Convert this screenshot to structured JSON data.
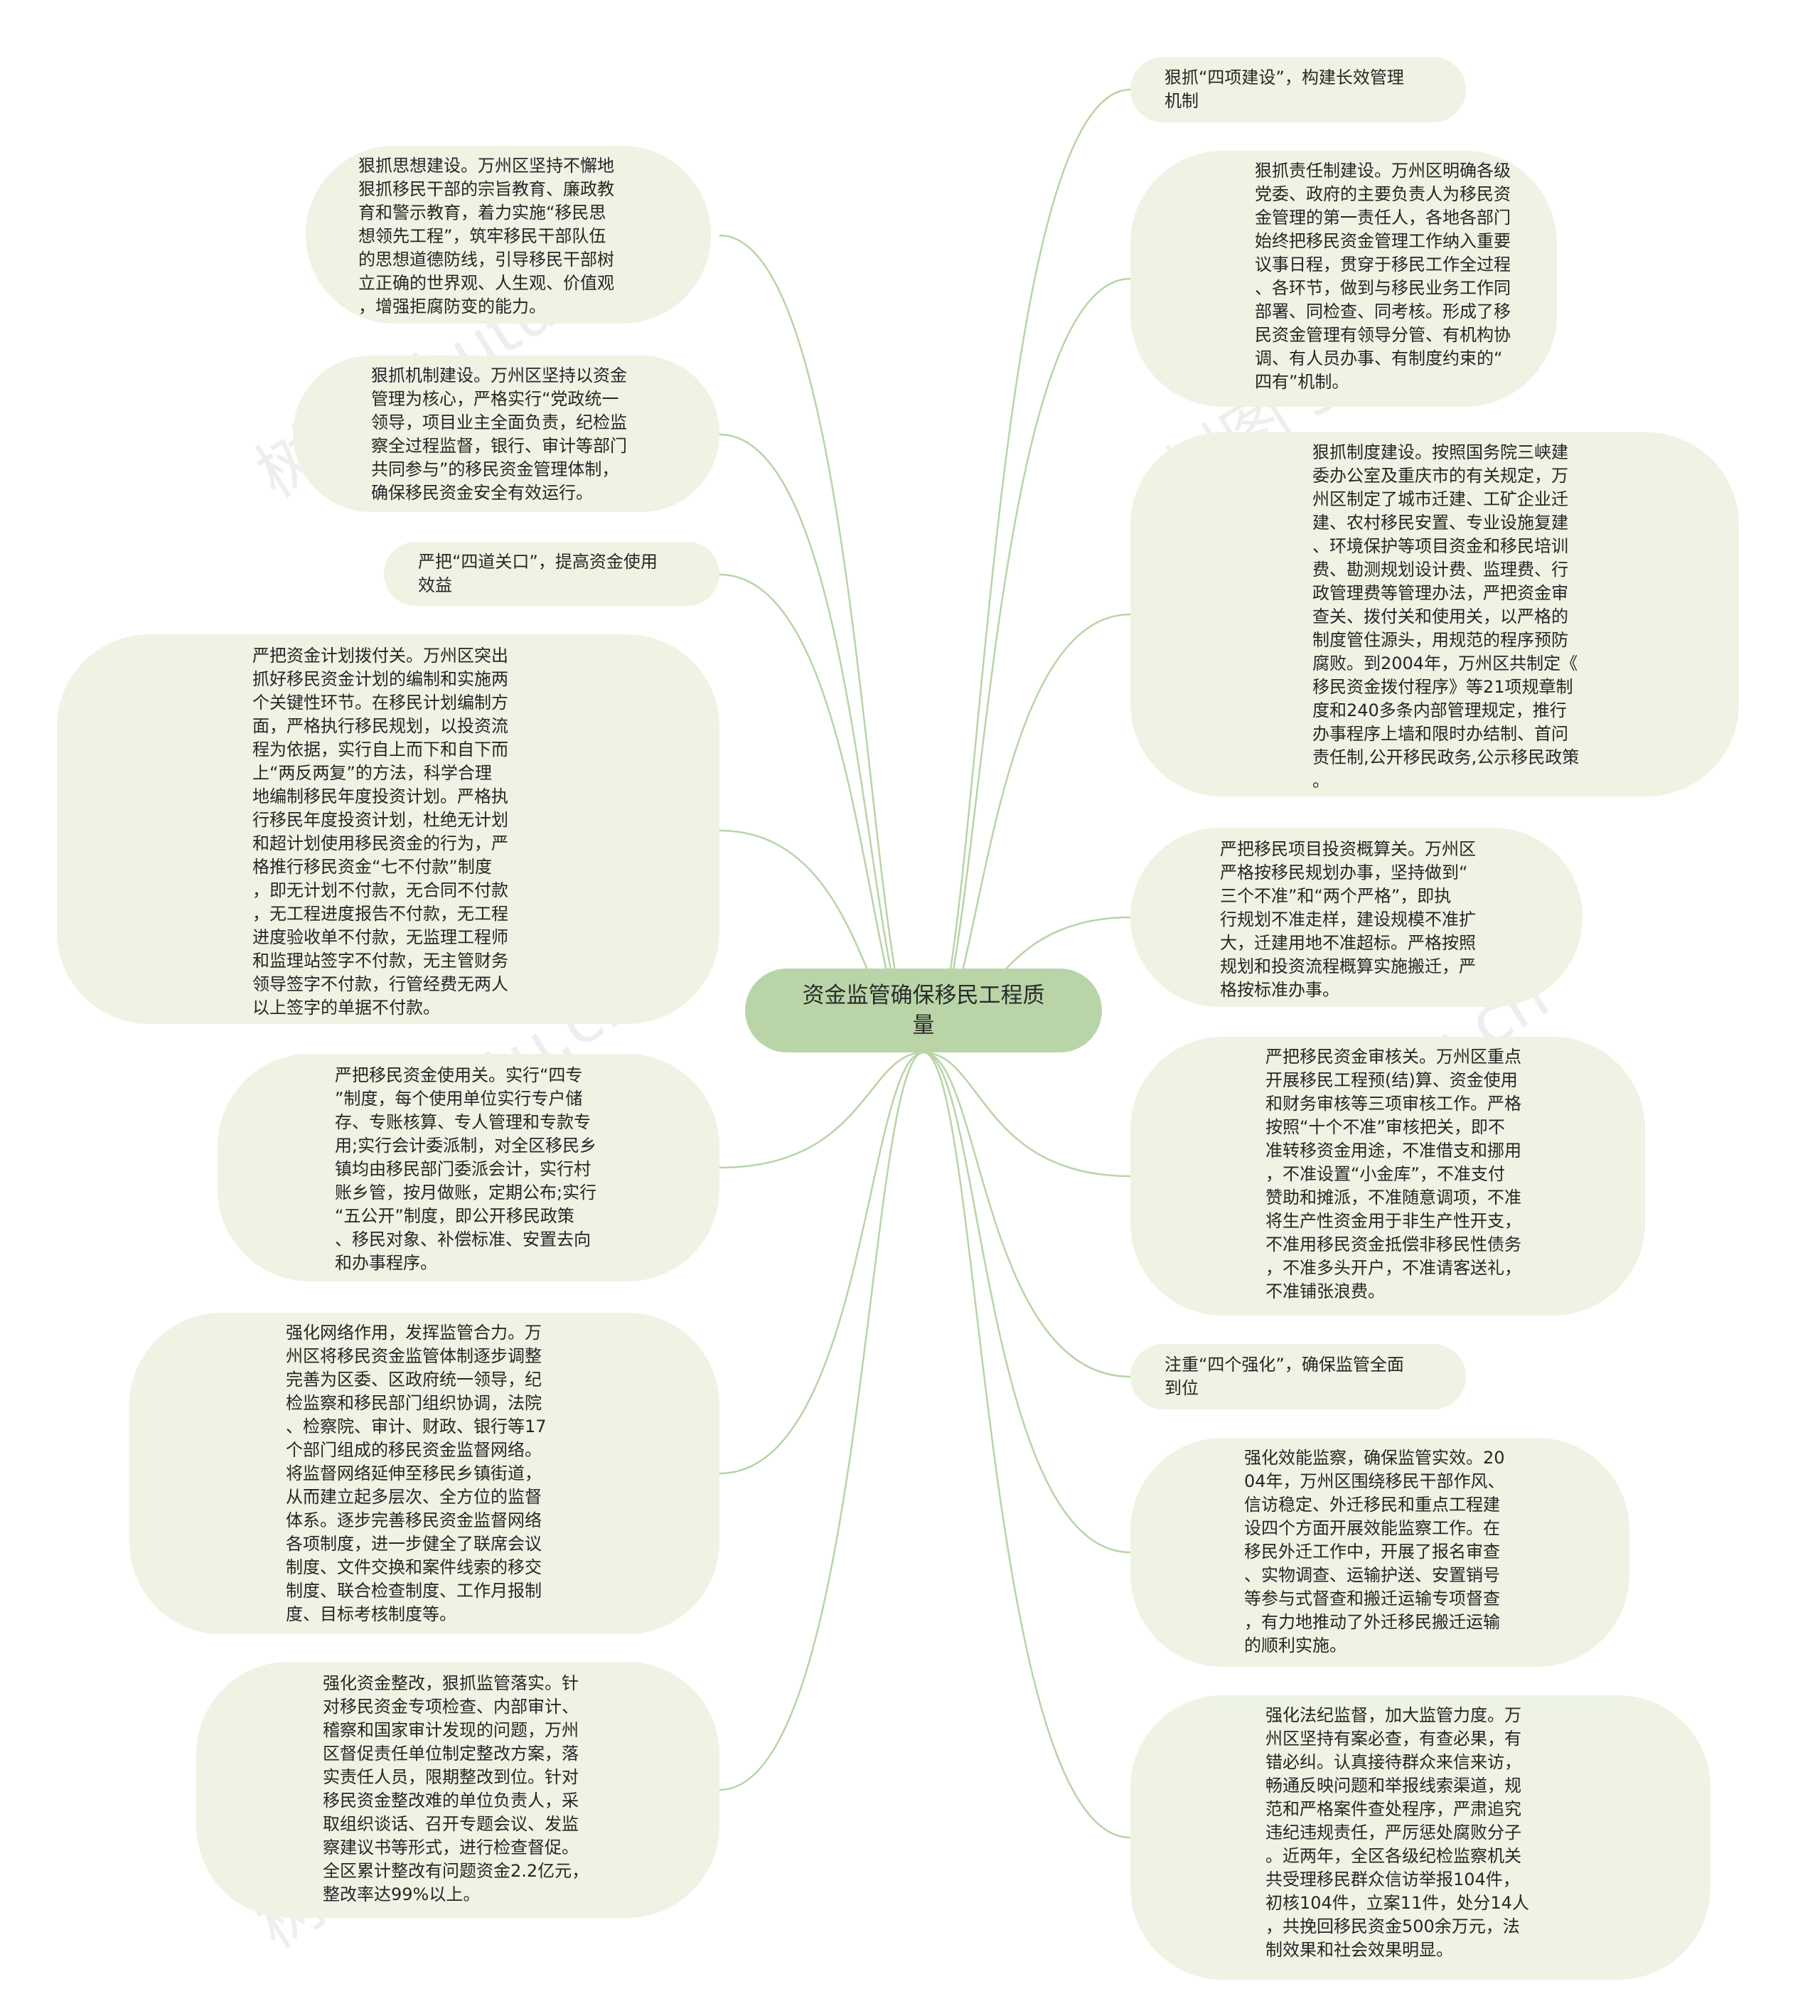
{
  "root": {
    "label": "资金监管确保移民工程质\n量"
  },
  "watermark": "树图 shutu.cn",
  "colors": {
    "node_fill": "#eef3e3",
    "root_fill": "#b9d5a8",
    "link": "#b8d4a6"
  },
  "nodes": {
    "l1": "狠抓思想建设。万州区坚持不懈地\n狠抓移民干部的宗旨教育、廉政教\n育和警示教育，着力实施“移民思\n想领先工程”，筑牢移民干部队伍\n的思想道德防线，引导移民干部树\n立正确的世界观、人生观、价值观\n，增强拒腐防变的能力。",
    "l2": "狠抓机制建设。万州区坚持以资金\n管理为核心，严格实行“党政统一\n领导，项目业主全面负责，纪检监\n察全过程监督，银行、审计等部门\n共同参与”的移民资金管理体制，\n确保移民资金安全有效运行。",
    "l3": "严把“四道关口”，提高资金使用\n效益",
    "l4": "严把资金计划拨付关。万州区突出\n抓好移民资金计划的编制和实施两\n个关键性环节。在移民计划编制方\n面，严格执行移民规划，以投资流\n程为依据，实行自上而下和自下而\n上“两反两复”的方法，科学合理\n地编制移民年度投资计划。严格执\n行移民年度投资计划，杜绝无计划\n和超计划使用移民资金的行为，严\n格推行移民资金“七不付款”制度\n，即无计划不付款，无合同不付款\n，无工程进度报告不付款，无工程\n进度验收单不付款，无监理工程师\n和监理站签字不付款，无主管财务\n领导签字不付款，行管经费无两人\n以上签字的单据不付款。",
    "l5": "严把移民资金使用关。实行“四专\n”制度，每个使用单位实行专户储\n存、专账核算、专人管理和专款专\n用;实行会计委派制，对全区移民乡\n镇均由移民部门委派会计，实行村\n账乡管，按月做账，定期公布;实行\n“五公开”制度，即公开移民政策\n、移民对象、补偿标准、安置去向\n和办事程序。",
    "l6": "强化网络作用，发挥监管合力。万\n州区将移民资金监管体制逐步调整\n完善为区委、区政府统一领导，纪\n检监察和移民部门组织协调，法院\n、检察院、审计、财政、银行等17\n个部门组成的移民资金监督网络。\n将监督网络延伸至移民乡镇街道，\n从而建立起多层次、全方位的监督\n体系。逐步完善移民资金监督网络\n各项制度，进一步健全了联席会议\n制度、文件交换和案件线索的移交\n制度、联合检查制度、工作月报制\n度、目标考核制度等。",
    "l7": "强化资金整改，狠抓监管落实。针\n对移民资金专项检查、内部审计、\n稽察和国家审计发现的问题，万州\n区督促责任单位制定整改方案，落\n实责任人员，限期整改到位。针对\n移民资金整改难的单位负责人，采\n取组织谈话、召开专题会议、发监\n察建议书等形式，进行检查督促。\n全区累计整改有问题资金2.2亿元，\n整改率达99%以上。",
    "r1": "狠抓“四项建设”，构建长效管理\n机制",
    "r2": "狠抓责任制建设。万州区明确各级\n党委、政府的主要负责人为移民资\n金管理的第一责任人，各地各部门\n始终把移民资金管理工作纳入重要\n议事日程，贯穿于移民工作全过程\n、各环节，做到与移民业务工作同\n部署、同检查、同考核。形成了移\n民资金管理有领导分管、有机构协\n调、有人员办事、有制度约束的“\n四有”机制。",
    "r3": "狠抓制度建设。按照国务院三峡建\n委办公室及重庆市的有关规定，万\n州区制定了城市迁建、工矿企业迁\n建、农村移民安置、专业设施复建\n、环境保护等项目资金和移民培训\n费、勘测规划设计费、监理费、行\n政管理费等管理办法，严把资金审\n查关、拨付关和使用关，以严格的\n制度管住源头，用规范的程序预防\n腐败。到2004年，万州区共制定《\n移民资金拨付程序》等21项规章制\n度和240多条内部管理规定，推行\n办事程序上墙和限时办结制、首问\n责任制,公开移民政务,公示移民政策\n。",
    "r4": "严把移民项目投资概算关。万州区\n严格按移民规划办事，坚持做到“\n三个不准”和“两个严格”，即执\n行规划不准走样，建设规模不准扩\n大，迁建用地不准超标。严格按照\n规划和投资流程概算实施搬迁，严\n格按标准办事。",
    "r5": "严把移民资金审核关。万州区重点\n开展移民工程预(结)算、资金使用\n和财务审核等三项审核工作。严格\n按照“十个不准”审核把关，即不\n准转移资金用途，不准借支和挪用\n，不准设置“小金库”，不准支付\n赞助和摊派，不准随意调项，不准\n将生产性资金用于非生产性开支，\n不准用移民资金抵偿非移民性债务\n，不准多头开户，不准请客送礼，\n不准铺张浪费。",
    "r6": "注重“四个强化”，确保监管全面\n到位",
    "r7": "强化效能监察，确保监管实效。20\n04年，万州区围绕移民干部作风、\n信访稳定、外迁移民和重点工程建\n设四个方面开展效能监察工作。在\n移民外迁工作中，开展了报名审查\n、实物调查、运输护送、安置销号\n等参与式督查和搬迁运输专项督查\n，有力地推动了外迁移民搬迁运输\n的顺利实施。",
    "r8": "强化法纪监督，加大监管力度。万\n州区坚持有案必查，有查必果，有\n错必纠。认真接待群众来信来访，\n畅通反映问题和举报线索渠道，规\n范和严格案件查处程序，严肃追究\n违纪违规责任，严厉惩处腐败分子\n。近两年，全区各级纪检监察机关\n共受理移民群众信访举报104件，\n初核104件，立案11件，处分14人\n，共挽回移民资金500余万元，法\n制效果和社会效果明显。"
  }
}
